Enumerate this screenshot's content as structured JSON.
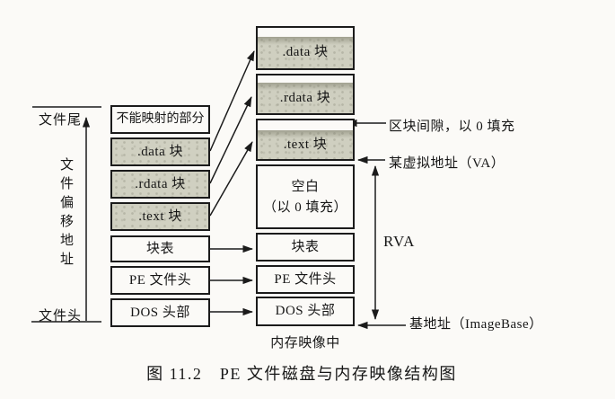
{
  "figure": {
    "caption": "图 11.2　PE 文件磁盘与内存映像结构图",
    "colors": {
      "ink": "#1b1b1b",
      "paper": "#fbfaf7",
      "section_shade": "#d0d0c1"
    }
  },
  "left_scale": {
    "top_label": "文件尾",
    "axis_label": "文件偏移地址",
    "bottom_label": "文件头"
  },
  "disk_column": {
    "boxes": [
      {
        "label": "不能映射的部分",
        "shaded": false
      },
      {
        "label": ".data 块",
        "shaded": true
      },
      {
        "label": ".rdata 块",
        "shaded": true
      },
      {
        "label": ".text 块",
        "shaded": true
      },
      {
        "label": "块表",
        "shaded": false
      },
      {
        "label": "PE 文件头",
        "shaded": false
      },
      {
        "label": "DOS 头部",
        "shaded": false
      }
    ]
  },
  "memory_column": {
    "boxes": [
      {
        "label": ".data 块",
        "shaded": true
      },
      {
        "label": ".rdata 块",
        "shaded": true
      },
      {
        "label": ".text 块",
        "shaded": true
      },
      {
        "label_line1": "空白",
        "label_line2": "（以 0 填充）",
        "shaded": false
      },
      {
        "label": "块表",
        "shaded": false
      },
      {
        "label": "PE 文件头",
        "shaded": false
      },
      {
        "label": "DOS 头部",
        "shaded": false
      }
    ],
    "footer": "内存映像中"
  },
  "annotations": {
    "section_gap": "区块间隙，以 0 填充",
    "virtual_address": "某虚拟地址（VA）",
    "rva": "RVA",
    "image_base": "基地址（ImageBase）"
  }
}
